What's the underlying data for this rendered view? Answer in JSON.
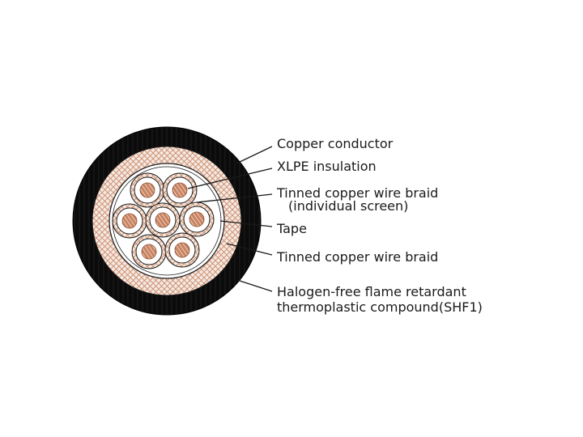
{
  "labels": {
    "copper_conductor": "Copper conductor",
    "xlpe_insulation": "XLPE insulation",
    "individual_braid_line1": "Tinned copper wire braid",
    "individual_braid_line2": "(individual screen)",
    "tape": "Tape",
    "overall_braid": "Tinned copper wire braid",
    "sheath_line1": "Halogen-free flame retardant",
    "sheath_line2": "thermoplastic compound(SHF1)"
  },
  "colors": {
    "sheath": "#0b0b0b",
    "braid_background": "#f6e9e1",
    "braid_mesh": "#c98a6b",
    "insulation": "#ffffff",
    "copper": "#c8825f",
    "outline": "#1a1a1a"
  }
}
